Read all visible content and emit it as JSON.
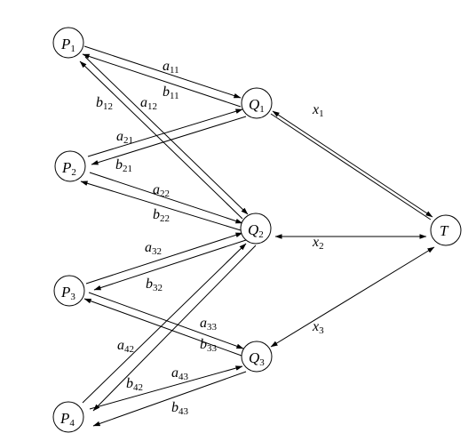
{
  "nodes": {
    "P1": {
      "main": "P",
      "sub": "1"
    },
    "P2": {
      "main": "P",
      "sub": "2"
    },
    "P3": {
      "main": "P",
      "sub": "3"
    },
    "P4": {
      "main": "P",
      "sub": "4"
    },
    "Q1": {
      "main": "Q",
      "sub": "1"
    },
    "Q2": {
      "main": "Q",
      "sub": "2"
    },
    "Q3": {
      "main": "Q",
      "sub": "3"
    },
    "T": {
      "main": "T",
      "sub": ""
    }
  },
  "edge_labels": {
    "a11": {
      "main": "a",
      "sub": "11"
    },
    "b11": {
      "main": "b",
      "sub": "11"
    },
    "a12": {
      "main": "a",
      "sub": "12"
    },
    "b12": {
      "main": "b",
      "sub": "12"
    },
    "a21": {
      "main": "a",
      "sub": "21"
    },
    "b21": {
      "main": "b",
      "sub": "21"
    },
    "a22": {
      "main": "a",
      "sub": "22"
    },
    "b22": {
      "main": "b",
      "sub": "22"
    },
    "a32": {
      "main": "a",
      "sub": "32"
    },
    "b32": {
      "main": "b",
      "sub": "32"
    },
    "a33": {
      "main": "a",
      "sub": "33"
    },
    "b33": {
      "main": "b",
      "sub": "33"
    },
    "a42": {
      "main": "a",
      "sub": "42"
    },
    "b42": {
      "main": "b",
      "sub": "42"
    },
    "a43": {
      "main": "a",
      "sub": "43"
    },
    "b43": {
      "main": "b",
      "sub": "43"
    },
    "x1": {
      "main": "x",
      "sub": "1"
    },
    "x2": {
      "main": "x",
      "sub": "2"
    },
    "x3": {
      "main": "x",
      "sub": "3"
    }
  }
}
